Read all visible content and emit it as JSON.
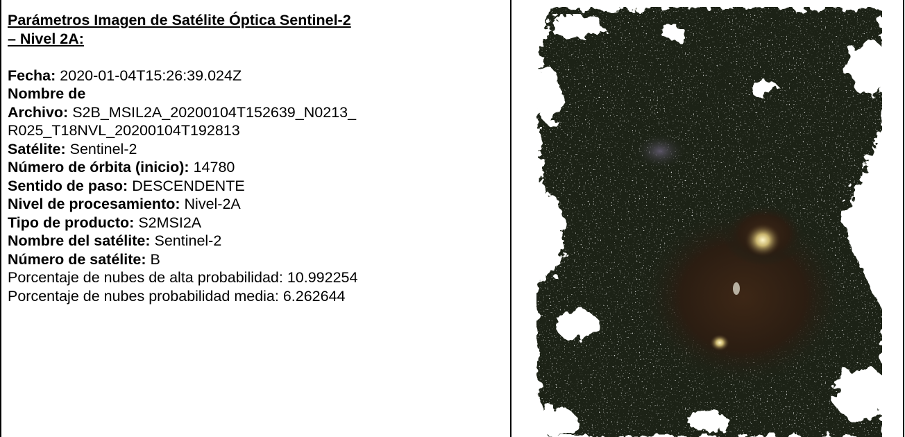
{
  "title": "Parámetros Imagen de Satélite Óptica Sentinel-2 – Nivel 2A:",
  "title_line1": "Parámetros Imagen de Satélite Óptica Sentinel-2",
  "title_line2": "– Nivel 2A:",
  "fields": {
    "fecha": {
      "label": "Fecha:",
      "value": "2020-01-04T15:26:39.024Z"
    },
    "nombre_archivo": {
      "label_line1": "Nombre de",
      "label_line2": "Archivo:",
      "value_line1": "S2B_MSIL2A_20200104T152639_N0213_",
      "value_line2": "R025_T18NVL_20200104T192813"
    },
    "satelite": {
      "label": "Satélite:",
      "value": "Sentinel-2"
    },
    "numero_orbita": {
      "label": "Número de órbita (inicio):",
      "value": "14780"
    },
    "sentido_paso": {
      "label": "Sentido de paso:",
      "value": "DESCENDENTE"
    },
    "nivel_procesamiento": {
      "label": "Nivel de procesamiento:",
      "value": "Nivel-2A"
    },
    "tipo_producto": {
      "label": "Tipo de producto:",
      "value": "S2MSI2A"
    },
    "nombre_satelite": {
      "label": "Nombre del satélite:",
      "value": "Sentinel-2"
    },
    "numero_satelite": {
      "label": "Número de satélite:",
      "value": "B"
    },
    "nubes_alta": {
      "text": "Porcentaje de nubes de alta probabilidad: 10.992254"
    },
    "nubes_media": {
      "text": "Porcentaje de nubes probabilidad media: 6.262644"
    }
  },
  "colors": {
    "border": "#000000",
    "forest_dark": "#1d2317",
    "volcano_brown": "#3a2618",
    "cloud_white": "#ffffff"
  }
}
